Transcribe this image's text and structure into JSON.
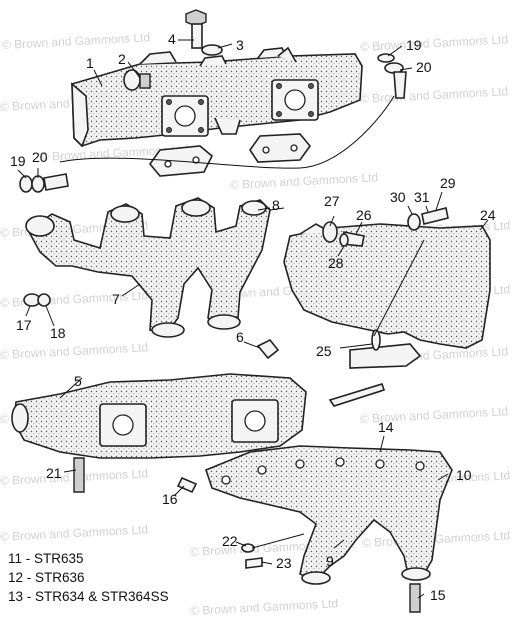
{
  "watermark_text": "© Brown and Gammons Ltd",
  "callouts": {
    "c1": "1",
    "c2": "2",
    "c3": "3",
    "c4": "4",
    "c5": "5",
    "c6": "6",
    "c7": "7",
    "c8": "8",
    "c9": "9",
    "c10": "10",
    "c14": "14",
    "c15": "15",
    "c16": "16",
    "c17": "17",
    "c18": "18",
    "c19a": "19",
    "c19b": "19",
    "c20a": "20",
    "c20b": "20",
    "c21": "21",
    "c22": "22",
    "c23": "23",
    "c24": "24",
    "c25": "25",
    "c26": "26",
    "c27": "27",
    "c28": "28",
    "c29": "29",
    "c30": "30",
    "c31": "31"
  },
  "legend": {
    "line1": "11 - STR635",
    "line2": "12 - STR636",
    "line3": "13 - STR634 & STR364SS"
  },
  "colors": {
    "line": "#222222",
    "watermark": "#d2d2d2"
  }
}
